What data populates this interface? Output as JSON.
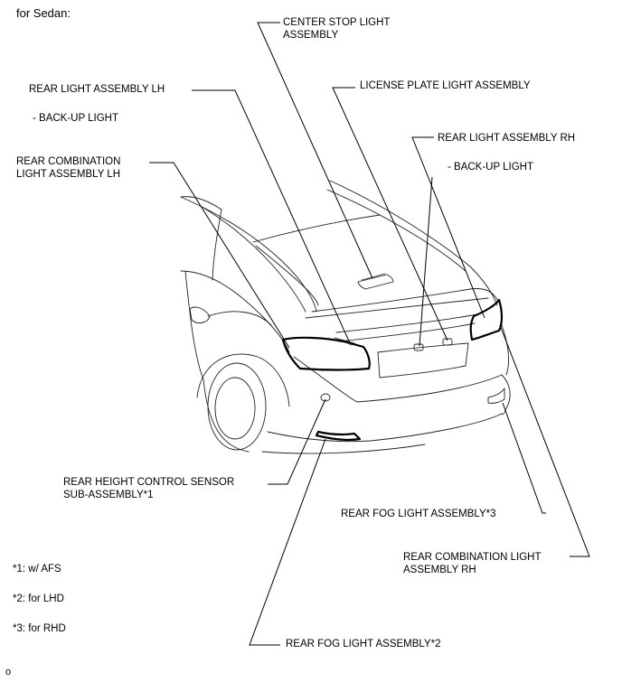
{
  "title": "for Sedan:",
  "labels": {
    "center_stop_1": "CENTER STOP LIGHT",
    "center_stop_2": "ASSEMBLY",
    "rear_light_lh": "REAR LIGHT ASSEMBLY LH",
    "backup_lh": "- BACK-UP LIGHT",
    "license_plate": "LICENSE PLATE LIGHT ASSEMBLY",
    "rear_light_rh": "REAR LIGHT ASSEMBLY RH",
    "backup_rh": "- BACK-UP LIGHT",
    "rear_combo_lh_1": "REAR COMBINATION",
    "rear_combo_lh_2": "LIGHT ASSEMBLY LH",
    "height_sensor_1": "REAR HEIGHT CONTROL SENSOR",
    "height_sensor_2": "SUB-ASSEMBLY*1",
    "fog_rh": "REAR FOG LIGHT ASSEMBLY*3",
    "rear_combo_rh_1": "REAR COMBINATION LIGHT",
    "rear_combo_rh_2": "ASSEMBLY RH",
    "fog_lh": "REAR FOG LIGHT ASSEMBLY*2"
  },
  "notes": [
    "*1: w/ AFS",
    "*2: for LHD",
    "*3: for RHD"
  ],
  "footer": "o"
}
